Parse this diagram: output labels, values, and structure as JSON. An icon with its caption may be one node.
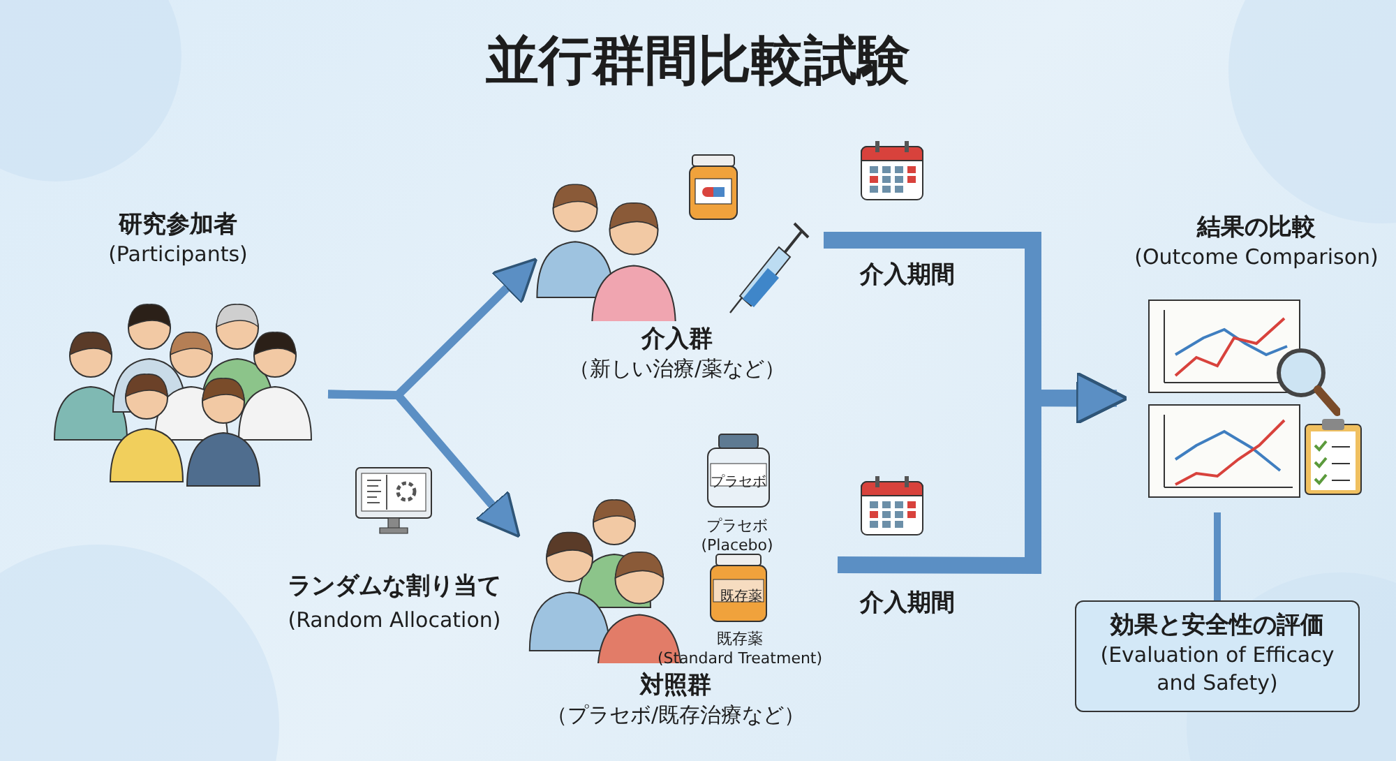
{
  "diagram": {
    "title": "並行群間比較試験",
    "nodes": [
      {
        "text": [
          "研究参加者",
          "(Participants)"
        ]
      },
      {
        "text": [
          "介入群",
          "（新しい治療/薬など）"
        ]
      },
      {
        "text": [
          "対照群",
          "（プラセボ/既存治療など）"
        ]
      },
      {
        "text": [
          "結果の比較",
          "(Outcome Comparison)"
        ]
      },
      {
        "text": [
          "効果と安全性の評価",
          "(Evaluation of Efficacy and Safety)"
        ]
      }
    ],
    "edges": [
      {
        "from": 0,
        "to": 1,
        "arrow": "to"
      },
      {
        "from": 0,
        "to": 2,
        "arrow": "to"
      },
      {
        "from": 1,
        "to": 3,
        "arrow": "to",
        "label": "介入期間",
        "style": "thick"
      },
      {
        "from": 2,
        "to": 3,
        "arrow": "to",
        "label": "介入期間",
        "style": "thick"
      },
      {
        "from": 3,
        "to": 4,
        "arrow": "none"
      }
    ],
    "labels": [
      "プラセボ",
      "プラセボ",
      "(Placebo)",
      "既存薬",
      "既存薬",
      "(Standard Treatment)",
      "ランダムな割り当て",
      "(Random Allocation)"
    ]
  }
}
